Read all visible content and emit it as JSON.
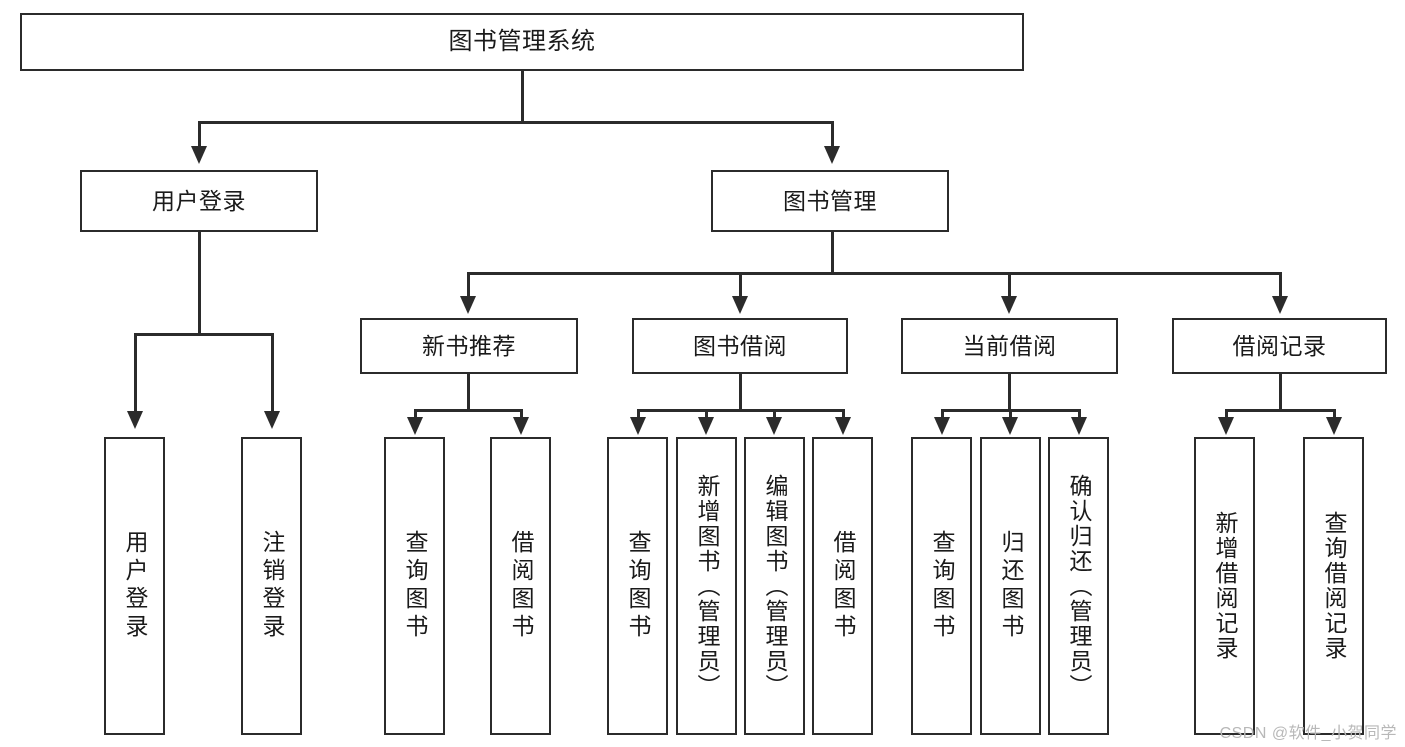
{
  "diagram": {
    "title": "图书管理系统",
    "watermark": "CSDN @软件_小贺同学",
    "levels": {
      "root": {
        "label": "图书管理系统"
      },
      "level2": [
        {
          "id": "user-login",
          "label": "用户登录"
        },
        {
          "id": "book-management",
          "label": "图书管理"
        }
      ],
      "level3": [
        {
          "id": "new-book-recommend",
          "label": "新书推荐",
          "parent": "book-management"
        },
        {
          "id": "book-borrow",
          "label": "图书借阅",
          "parent": "book-management"
        },
        {
          "id": "current-borrow",
          "label": "当前借阅",
          "parent": "book-management"
        },
        {
          "id": "borrow-record",
          "label": "借阅记录",
          "parent": "book-management"
        }
      ],
      "leaves": [
        {
          "id": "leaf-user-login",
          "label": "用户登录",
          "parent": "user-login"
        },
        {
          "id": "leaf-logout-login",
          "label": "注销登录",
          "parent": "user-login"
        },
        {
          "id": "leaf-query-book-1",
          "label": "查询图书",
          "parent": "new-book-recommend"
        },
        {
          "id": "leaf-borrow-book-1",
          "label": "借阅图书",
          "parent": "new-book-recommend"
        },
        {
          "id": "leaf-query-book-2",
          "label": "查询图书",
          "parent": "book-borrow"
        },
        {
          "id": "leaf-add-book",
          "label": "新增图书（管理员）",
          "parent": "book-borrow"
        },
        {
          "id": "leaf-edit-book",
          "label": "编辑图书（管理员）",
          "parent": "book-borrow"
        },
        {
          "id": "leaf-borrow-book-2",
          "label": "借阅图书",
          "parent": "book-borrow"
        },
        {
          "id": "leaf-query-book-3",
          "label": "查询图书",
          "parent": "current-borrow"
        },
        {
          "id": "leaf-return-book",
          "label": "归还图书",
          "parent": "current-borrow"
        },
        {
          "id": "leaf-confirm-return",
          "label": "确认归还（管理员）",
          "parent": "current-borrow"
        },
        {
          "id": "leaf-add-borrow-record",
          "label": "新增借阅记录",
          "parent": "borrow-record"
        },
        {
          "id": "leaf-query-borrow-record",
          "label": "查询借阅记录",
          "parent": "borrow-record"
        }
      ]
    },
    "colors": {
      "stroke": "#2b2b2b",
      "fill": "#ffffff",
      "text": "#1a1a1a",
      "watermark": "#b8b8b8"
    }
  }
}
